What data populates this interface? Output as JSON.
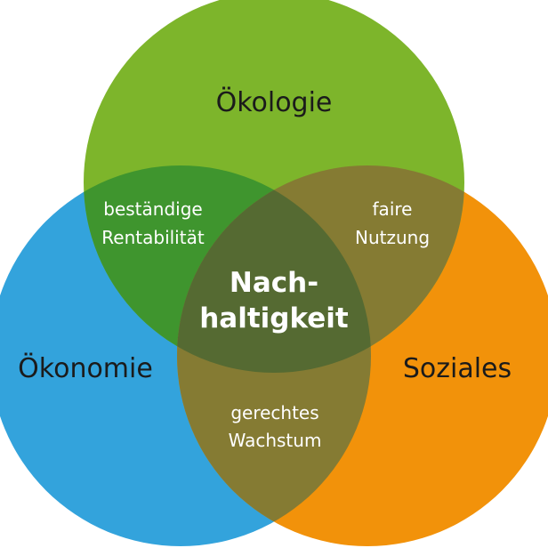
{
  "circles": {
    "oekologie": {
      "label": "Ökologie",
      "color": "#7db52b"
    },
    "oekonomie": {
      "label": "Ökonomie",
      "color": "#33a3dc"
    },
    "soziales": {
      "label": "Soziales",
      "color": "#f2920a"
    }
  },
  "overlaps": {
    "oekologie_oekonomie": {
      "line1": "beständige",
      "line2": "Rentabilität",
      "color": "#3f952e"
    },
    "oekologie_soziales": {
      "line1": "faire",
      "line2": "Nutzung",
      "color": "#857b33"
    },
    "oekonomie_soziales": {
      "line1": "gerechtes",
      "line2": "Wachstum",
      "color": "#857b33"
    }
  },
  "center": {
    "line1": "Nach-",
    "line2": "haltigkeit",
    "color": "#556a32"
  }
}
